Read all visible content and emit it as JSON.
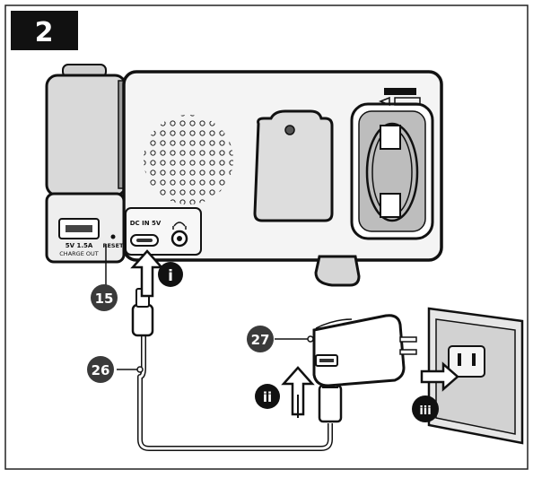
{
  "step": {
    "number": "2"
  },
  "device": {
    "port_label": "DC IN 5V",
    "charge_out_rating": "5V 1.5A",
    "charge_out_label": "CHARGE OUT",
    "reset_label": "RESET"
  },
  "callouts": {
    "part_15": "15",
    "part_26": "26",
    "part_27": "27",
    "step_i": "i",
    "step_ii": "ii",
    "step_iii": "iii"
  },
  "colors": {
    "ink": "#111111",
    "badge": "#3a3a3a",
    "body": "#f2f2f2",
    "panel": "#d0d0d0"
  }
}
